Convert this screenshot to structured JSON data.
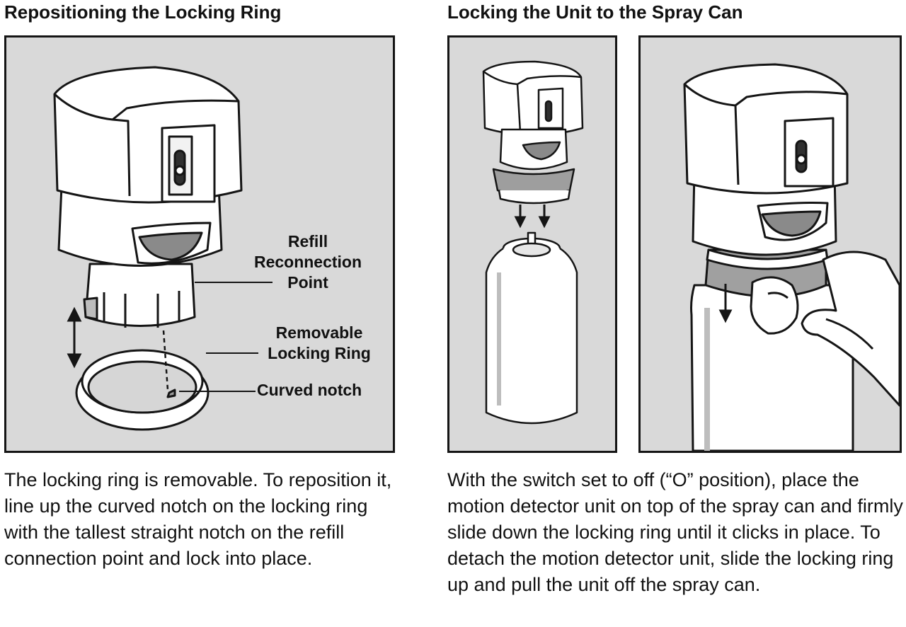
{
  "left_section": {
    "heading": "Repositioning the Locking Ring",
    "labels": {
      "refill_line1": "Refill",
      "refill_line2": "Reconnection",
      "refill_line3": "Point",
      "ring_line1": "Removable",
      "ring_line2": "Locking Ring",
      "notch": "Curved notch"
    },
    "paragraph": "The locking ring is removable. To reposition it, line up the curved notch on the locking ring with the tallest straight notch on the refill connection point and lock into place."
  },
  "right_section": {
    "heading": "Locking the Unit to the Spray Can",
    "paragraph": "With the switch set to off (“O” position), place the motion detector unit on top of the spray can and firmly slide down the locking ring until it clicks in place. To detach the motion detector unit, slide the locking ring up and pull the unit off the spray can."
  },
  "colors": {
    "panel_background": "#d9d9d9",
    "line_art": "#151515",
    "unit_fill": "#ffffff"
  }
}
